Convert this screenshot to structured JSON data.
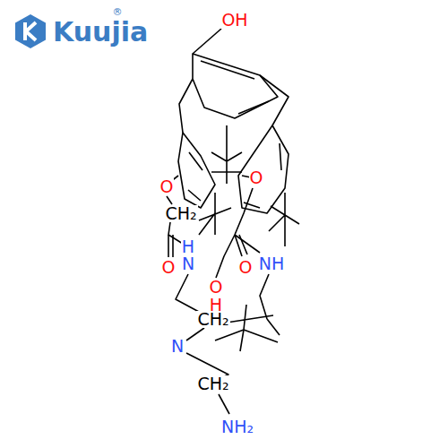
{
  "diagram": {
    "labels": [
      "Kuujia",
      "®",
      "OH",
      "O",
      "CH₂",
      "O",
      "H",
      "N",
      "O",
      "O",
      "NH",
      "O",
      "H",
      "CH₂",
      "N",
      "CH₂",
      "NH₂"
    ]
  }
}
